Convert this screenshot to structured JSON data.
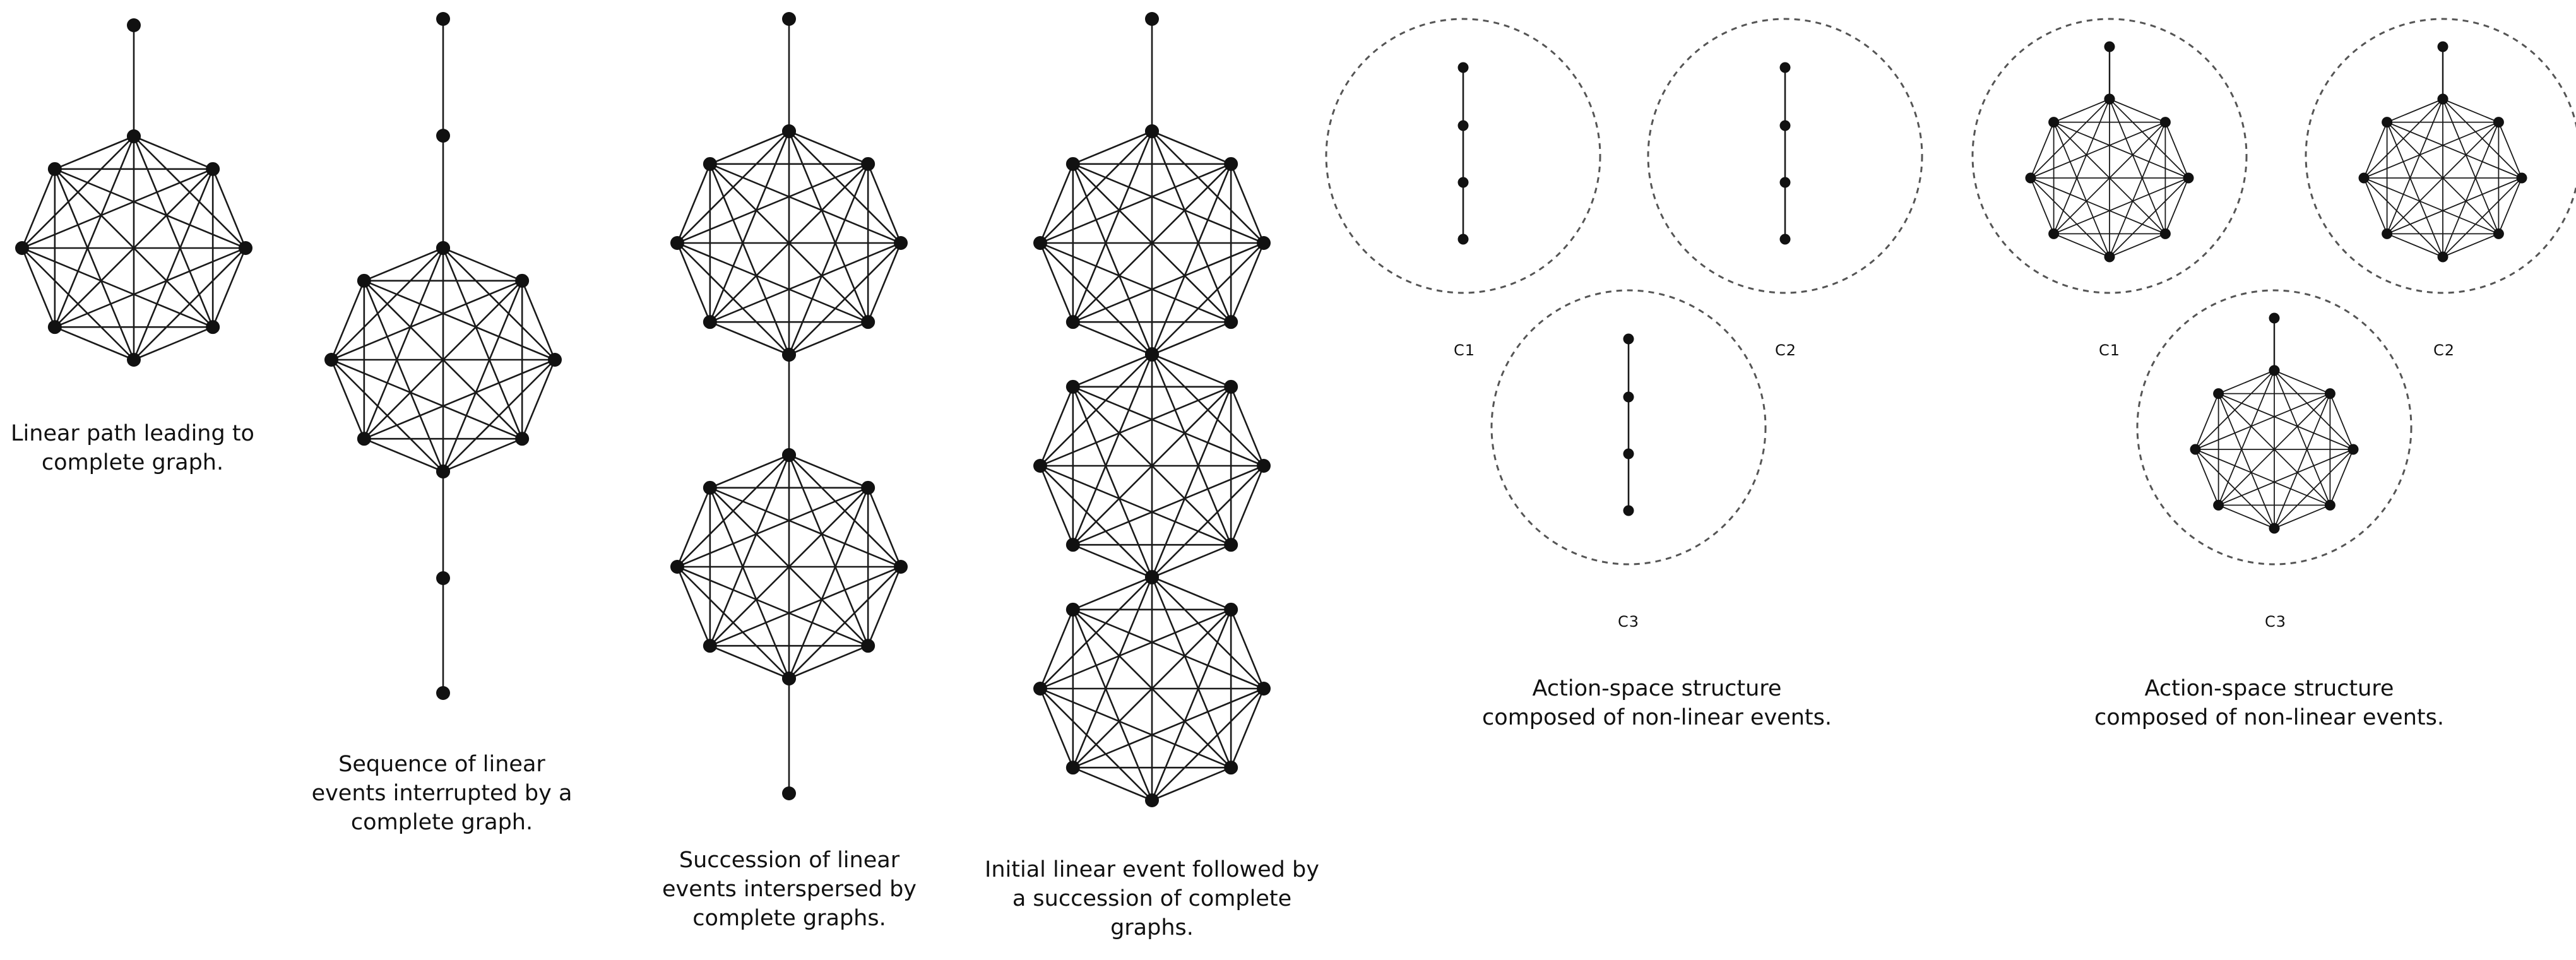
{
  "style": {
    "edge_color": "#1a1a1a",
    "node_color": "#111111",
    "ring_color": "#555555"
  },
  "figures": [
    {
      "id": "fig1",
      "caption": "Linear path leading to complete graph."
    },
    {
      "id": "fig2",
      "caption": "Sequence of linear events interrupted by a complete graph."
    },
    {
      "id": "fig3",
      "caption": "Succession of linear events interspersed by complete graphs."
    },
    {
      "id": "fig4",
      "caption": "Initial linear event followed by a succession of complete graphs."
    },
    {
      "id": "fig5",
      "caption": "Action-space structure composed of non-linear events.",
      "clusters": [
        {
          "label": "C1"
        },
        {
          "label": "C2"
        },
        {
          "label": "C3"
        }
      ]
    },
    {
      "id": "fig6",
      "caption": "Action-space structure composed of non-linear events.",
      "clusters": [
        {
          "label": "C1"
        },
        {
          "label": "C2"
        },
        {
          "label": "C3"
        }
      ]
    }
  ]
}
